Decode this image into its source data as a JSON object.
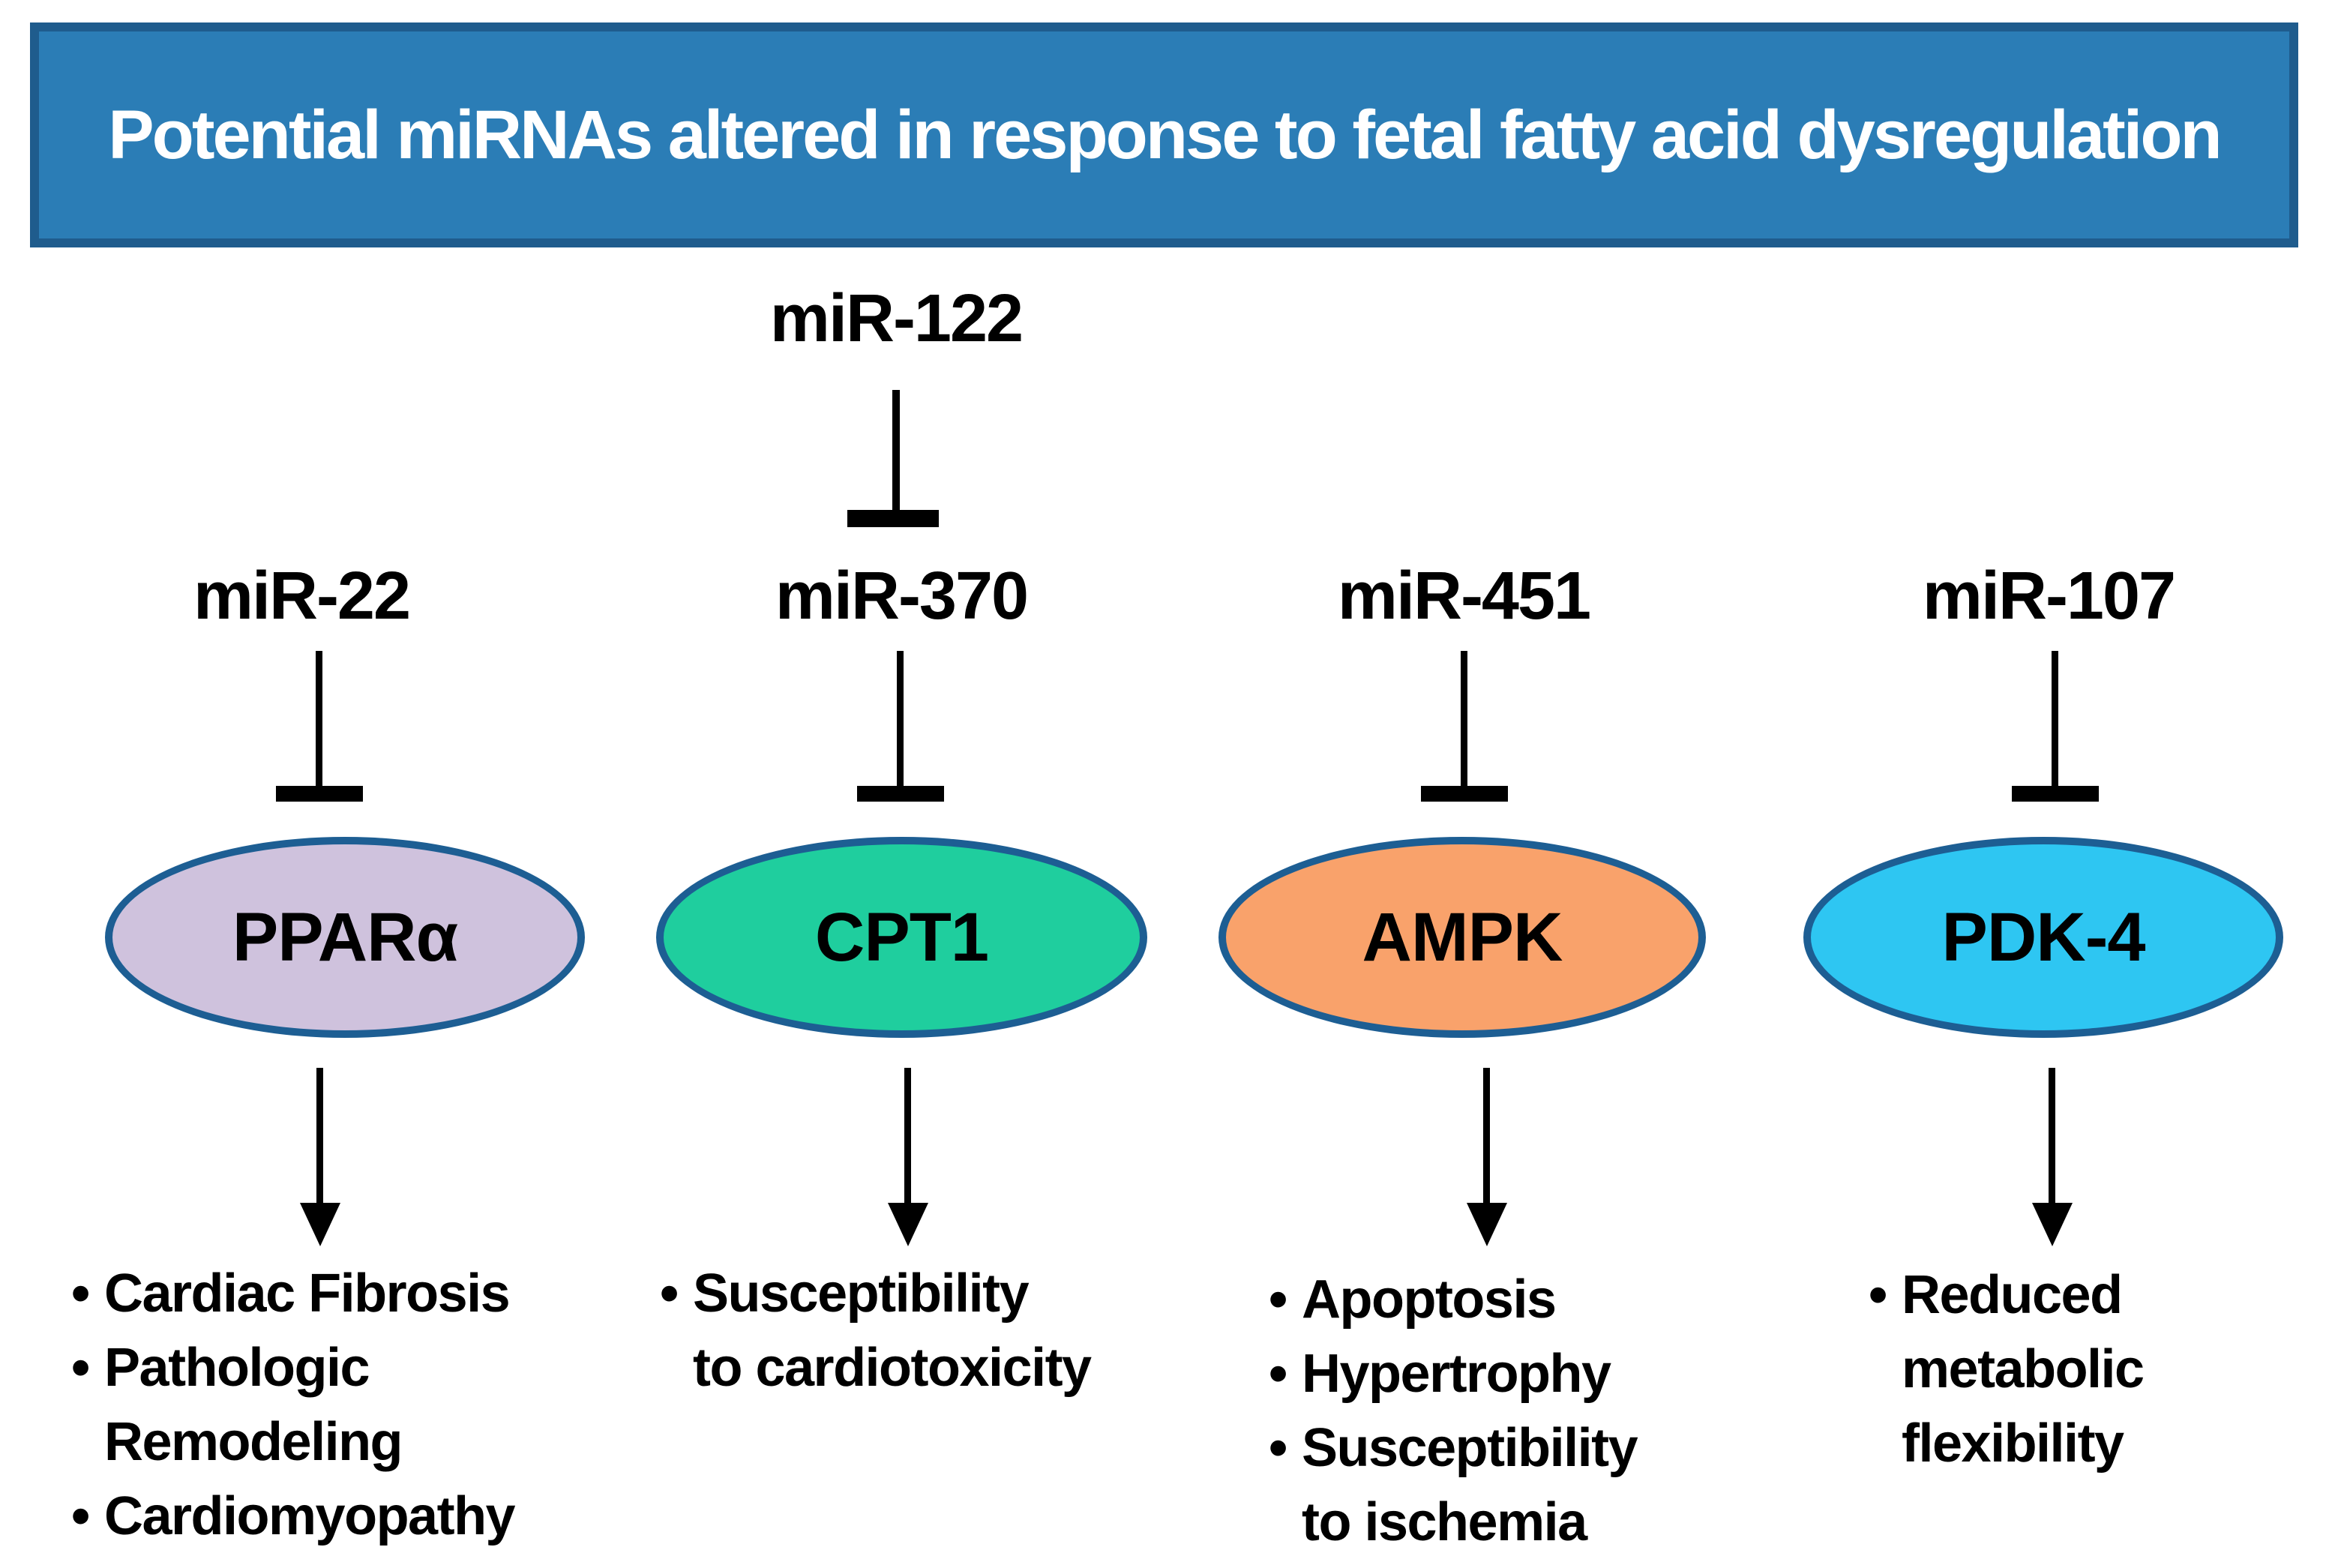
{
  "title": {
    "text": "Potential miRNAs altered in response to fetal fatty acid dysregulation"
  },
  "upstream": {
    "label": "miR-122"
  },
  "bullet_glyph": "•",
  "colors": {
    "banner_fill": "#2b7db6",
    "banner_border": "#1f5c8d",
    "banner_text": "#ffffff",
    "ellipse_border": "#1d5e93",
    "connector": "#000000",
    "text": "#000000"
  },
  "columns": [
    {
      "mirna": "miR-22",
      "target": "PPARα",
      "fill": "#cfc2dd",
      "effects": [
        "Cardiac Fibrosis",
        "Pathologic\nRemodeling",
        "Cardiomyopathy"
      ]
    },
    {
      "mirna": "miR-370",
      "target": "CPT1",
      "fill": "#1fce9e",
      "effects": [
        "Susceptibility\nto cardiotoxicity"
      ]
    },
    {
      "mirna": "miR-451",
      "target": "AMPK",
      "fill": "#f9a26b",
      "effects": [
        "Apoptosis",
        "Hypertrophy",
        "Susceptibility\nto ischemia"
      ]
    },
    {
      "mirna": "miR-107",
      "target": "PDK-4",
      "fill": "#2ec6f2",
      "effects": [
        "Reduced\nmetabolic\nflexibility"
      ]
    }
  ]
}
